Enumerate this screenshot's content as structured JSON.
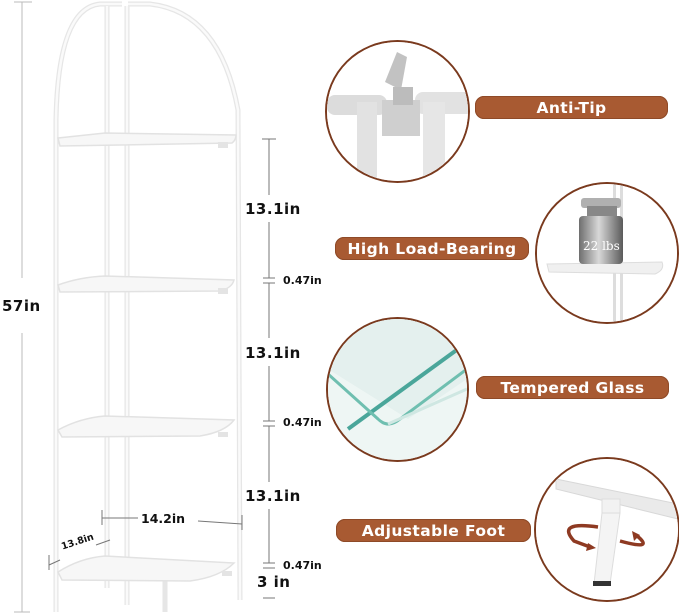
{
  "product": {
    "overall_height": "57in",
    "shelf_spacing": [
      "13.1in",
      "13.1in",
      "13.1in"
    ],
    "shelf_thickness": [
      "0.47in",
      "0.47in",
      "0.47in"
    ],
    "leg_height": "3 in",
    "width": "14.2in",
    "depth": "13.8in"
  },
  "features": [
    {
      "label": "Anti-Tip",
      "icon": "anti-tip-clip-icon"
    },
    {
      "label": "High Load-Bearing",
      "icon": "weight-icon",
      "weight_label": "22 lbs"
    },
    {
      "label": "Tempered Glass",
      "icon": "glass-panel-icon"
    },
    {
      "label": "Adjustable Foot",
      "icon": "rotate-foot-icon"
    }
  ],
  "colors": {
    "pill_bg": "#a85a32",
    "circle_border": "#7a3a1e",
    "frame": "#f2f2f2",
    "glass_edge": "#6fbfb0"
  }
}
